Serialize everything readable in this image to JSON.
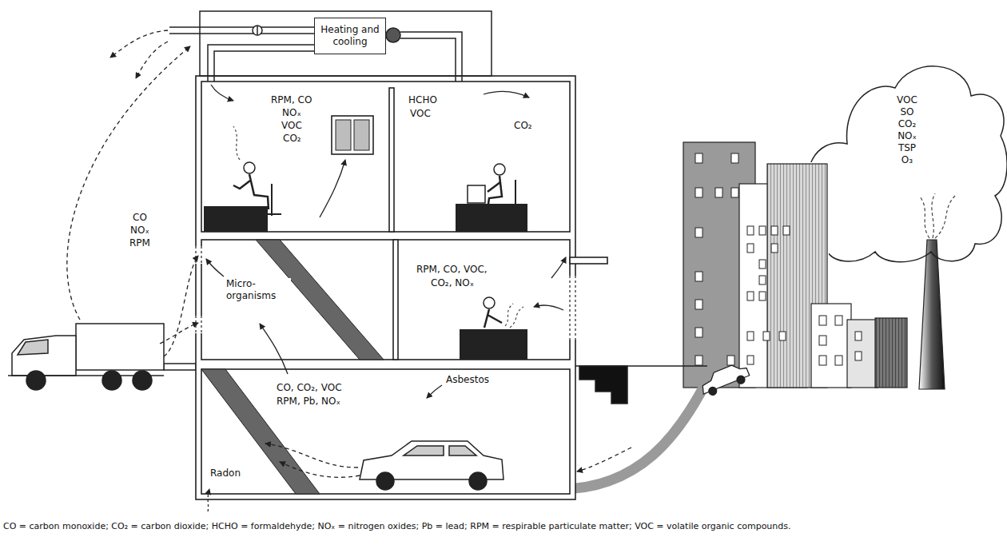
{
  "diagram": {
    "caption": "CO = carbon monoxide; CO₂ = carbon dioxide; HCHO = formaldehyde; NOₓ = nitrogen oxides; Pb = lead; RPM = respirable particulate matter; VOC = volatile organic compounds.",
    "nodes": [
      {
        "text": [
          "Heating and cooling"
        ]
      },
      {
        "text": [
          "VOC",
          "SO",
          "CO₂",
          "NOₓ",
          "TSP",
          "O₃"
        ]
      }
    ],
    "labels": [
      "RPM, CO",
      "NOₓ",
      "VOC",
      "CO₂",
      "HCHO",
      "VOC",
      "CO₂",
      "CO",
      "NOₓ",
      "RPM",
      "Micro-organisms",
      "RPM, CO, VOC,",
      "CO₂, NOₓ",
      "CO, CO₂, VOC",
      "RPM, Pb, NOₓ",
      "Asbestos",
      "Radon"
    ]
  }
}
